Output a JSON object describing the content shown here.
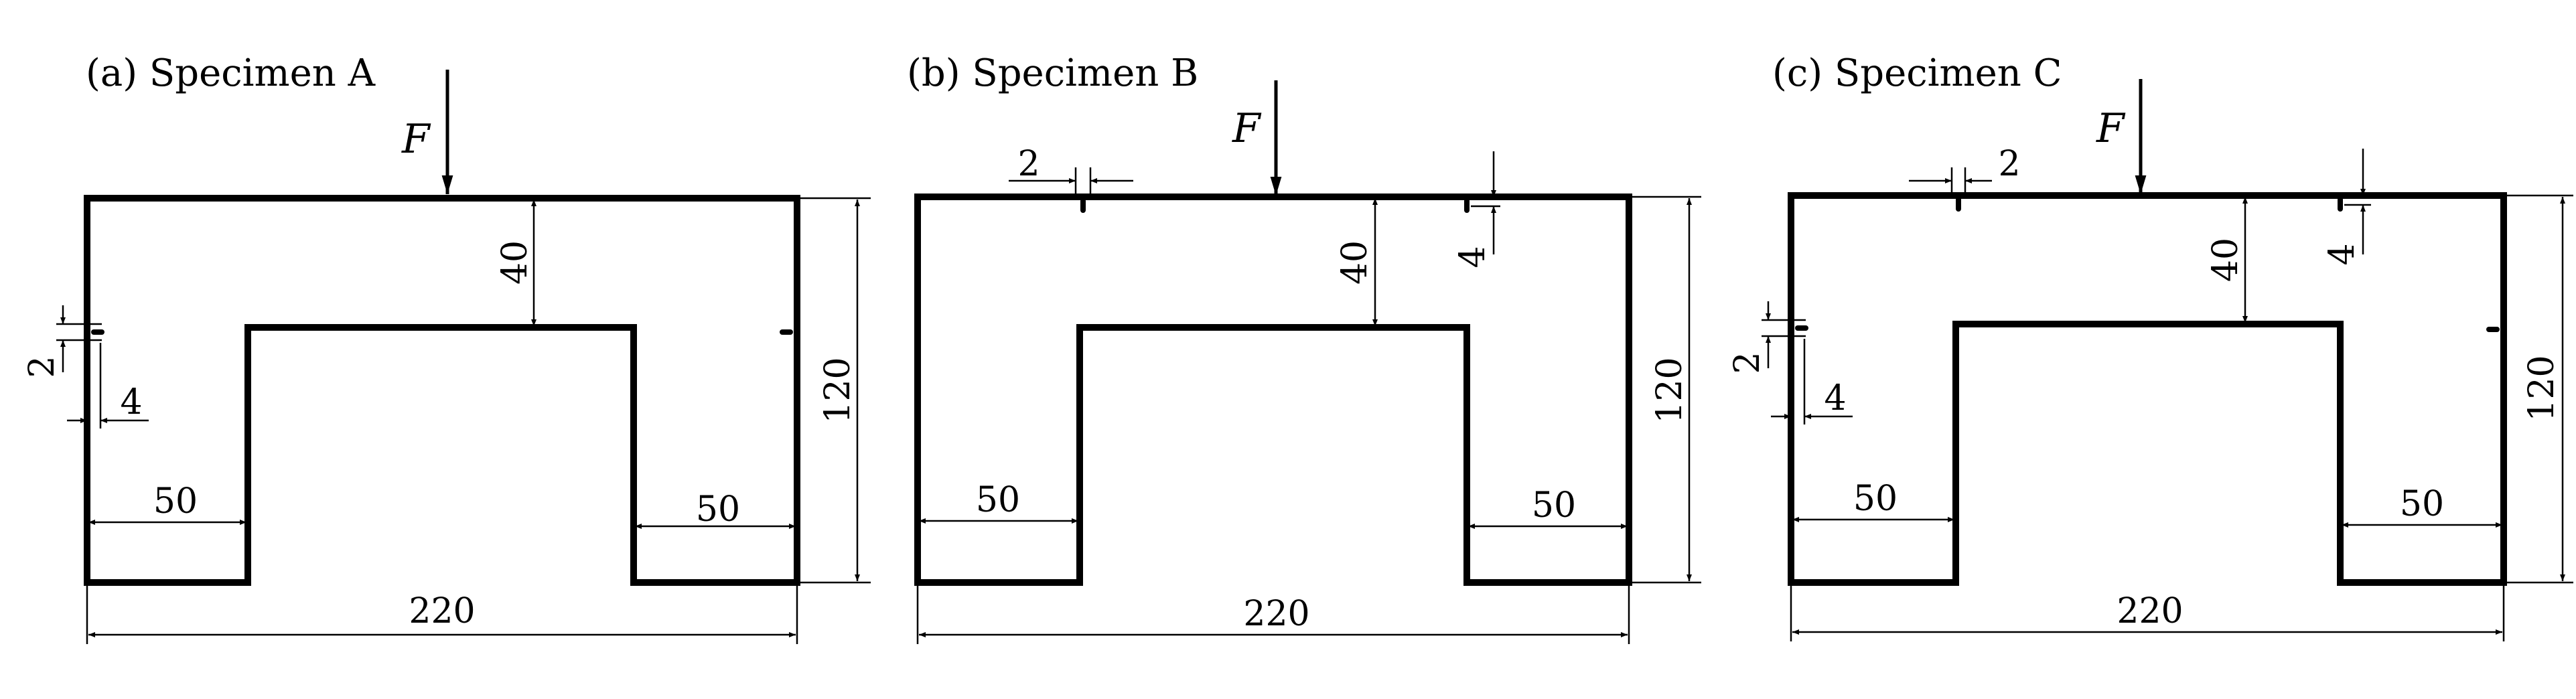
{
  "specimens": [
    {
      "title": "(a) Specimen A",
      "force_label": "F",
      "dims": {
        "top_thickness": "40",
        "height": "120",
        "width": "220",
        "left_leg": "50",
        "right_leg": "50",
        "crack_length": "2",
        "crack_position": "4"
      }
    },
    {
      "title": "(b) Specimen B",
      "force_label": "F",
      "dims": {
        "top_thickness": "40",
        "height": "120",
        "width": "220",
        "left_leg": "50",
        "right_leg": "50",
        "crack_length": "2",
        "crack_position": "4"
      }
    },
    {
      "title": "(c) Specimen C",
      "force_label": "F",
      "dims": {
        "top_thickness": "40",
        "height": "120",
        "width": "220",
        "left_leg": "50",
        "right_leg": "50",
        "crack_length": "2",
        "crack_position": "4"
      }
    }
  ]
}
